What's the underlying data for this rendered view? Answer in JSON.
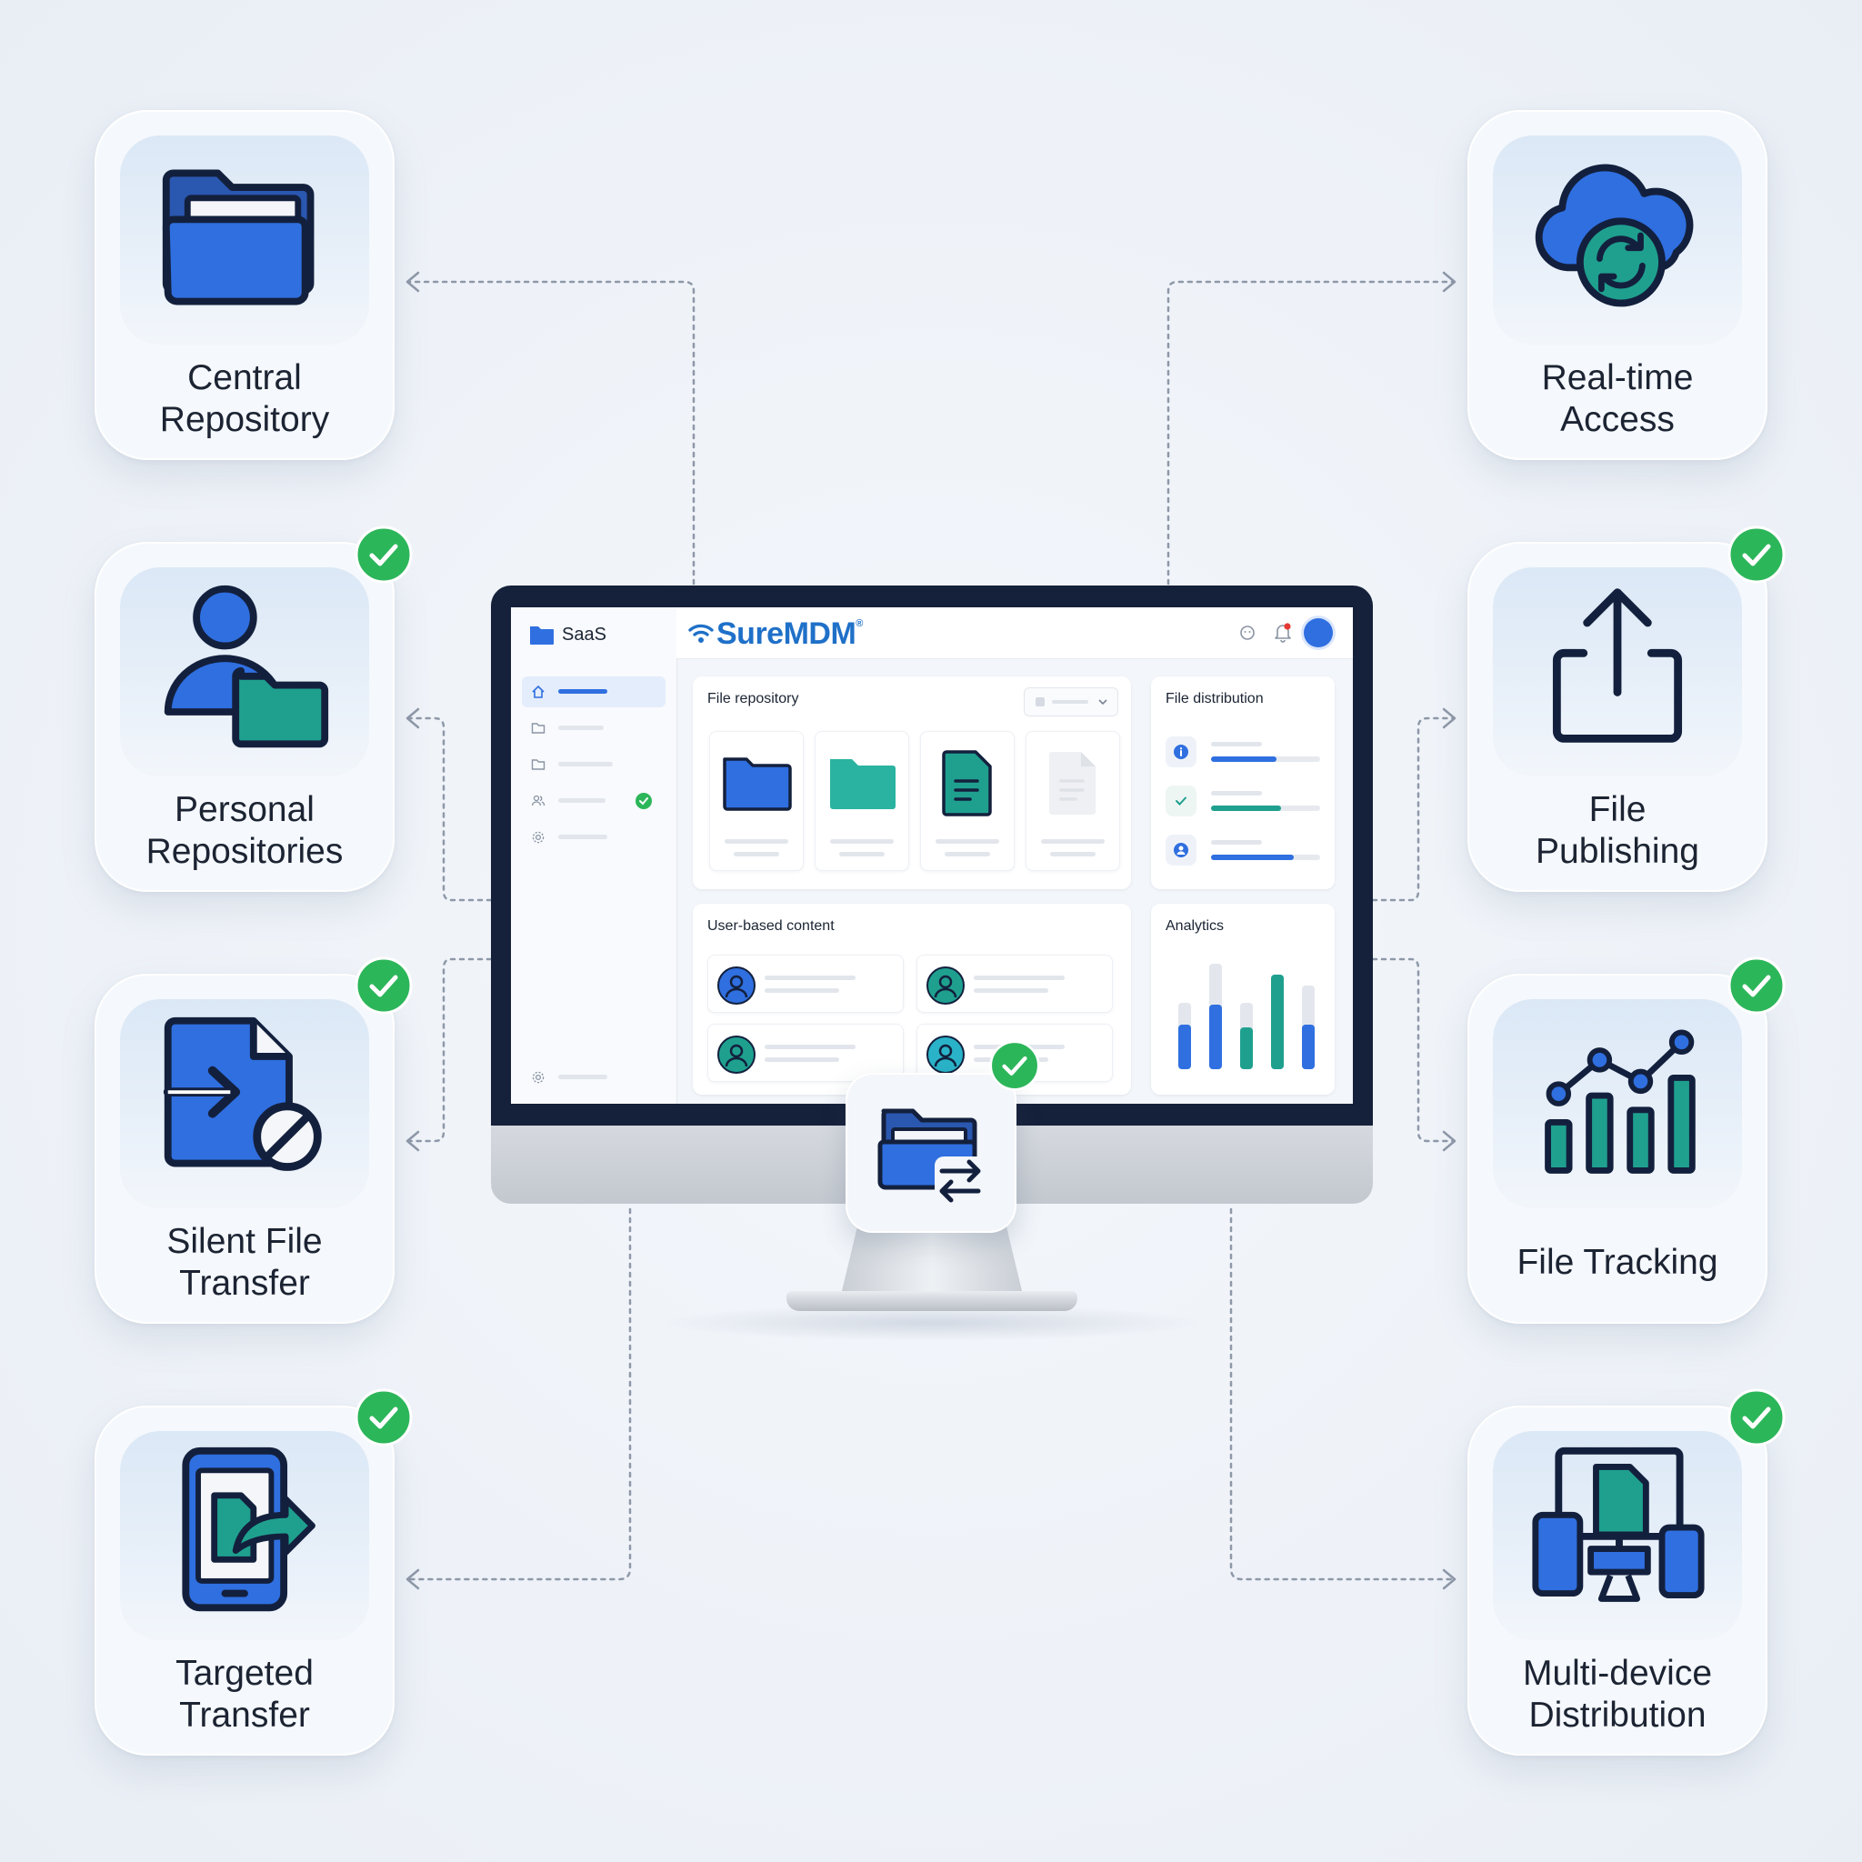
{
  "colors": {
    "blue": "#2f6fe0",
    "teal": "#1fa08f",
    "navy": "#13203d",
    "green": "#2cb65a"
  },
  "features": [
    {
      "id": "central-repository",
      "label": "Central\nRepository",
      "icon": "folder-stack-icon",
      "checked": false
    },
    {
      "id": "personal-repositories",
      "label": "Personal\nRepositories",
      "icon": "user-folder-icon",
      "checked": true
    },
    {
      "id": "silent-file-transfer",
      "label": "Silent File\nTransfer",
      "icon": "file-transfer-blocked-icon",
      "checked": true
    },
    {
      "id": "targeted-transfer",
      "label": "Targeted\nTransfer",
      "icon": "phone-share-icon",
      "checked": true
    },
    {
      "id": "real-time-access",
      "label": "Real-time\nAccess",
      "icon": "cloud-sync-icon",
      "checked": false
    },
    {
      "id": "file-publishing",
      "label": "File\nPublishing",
      "icon": "upload-icon",
      "checked": true
    },
    {
      "id": "file-tracking",
      "label": "File Tracking",
      "icon": "bar-chart-trend-icon",
      "checked": true
    },
    {
      "id": "multi-device-distribution",
      "label": "Multi-device\nDistribution",
      "icon": "multi-device-icon",
      "checked": true
    }
  ],
  "app": {
    "sidebar_title": "SaaS",
    "brand": "SureMDM",
    "brand_mark": "®",
    "panels": {
      "file_repository": "File repository",
      "file_distribution": "File distribution",
      "user_content": "User-based content",
      "analytics": "Analytics"
    },
    "distribution_progress": [
      0.6,
      0.64,
      0.76
    ],
    "analytics_bars": [
      {
        "total": 0.6,
        "value": 0.4
      },
      {
        "total": 0.95,
        "value": 0.58
      },
      {
        "total": 0.6,
        "value": 0.38
      },
      {
        "total": 0.85,
        "value": 0.85
      },
      {
        "total": 0.75,
        "value": 0.4
      }
    ]
  }
}
